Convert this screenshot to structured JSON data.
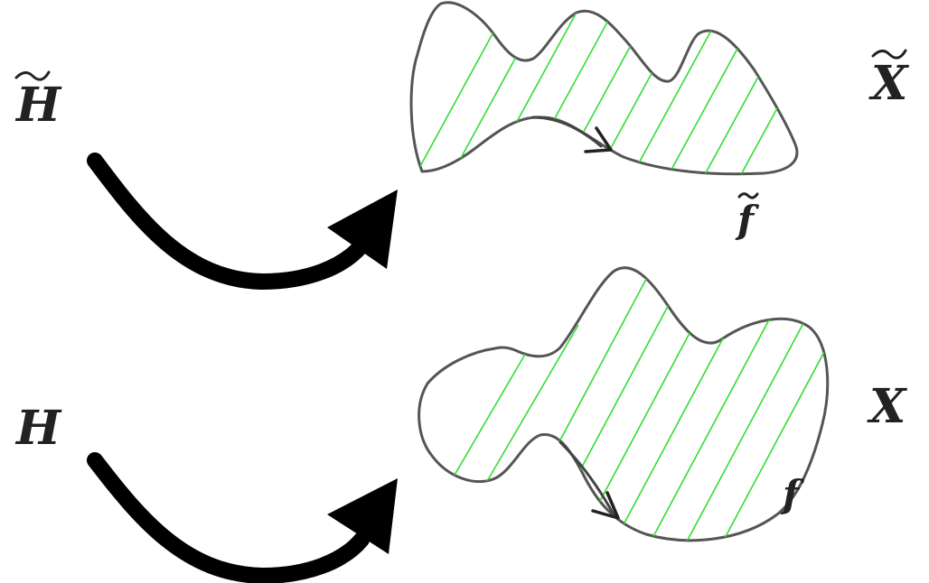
{
  "labels": {
    "group_top": "H",
    "group_bottom": "H",
    "space_top": "X",
    "space_bottom": "X",
    "map_top": "f",
    "map_bottom": "f"
  },
  "colors": {
    "hatch": "#33dd33",
    "outline": "#555555",
    "arrow": "#000000"
  }
}
